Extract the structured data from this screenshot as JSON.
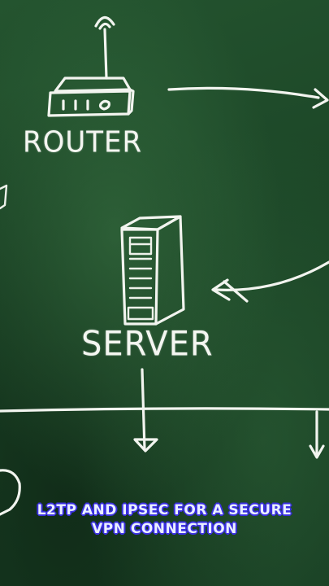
{
  "diagram": {
    "nodes": {
      "router": {
        "label": "ROUTER",
        "icon": "router-icon"
      },
      "server": {
        "label": "SERVER",
        "icon": "server-icon"
      }
    }
  },
  "caption": {
    "line1": "L2TP AND IPSEC FOR A SECURE",
    "line2": "VPN CONNECTION"
  },
  "colors": {
    "chalk": "#f2f4ef",
    "board": "#1f4a2a",
    "caption_text": "#eaf0ff",
    "caption_outline": "#3a2fe0"
  }
}
